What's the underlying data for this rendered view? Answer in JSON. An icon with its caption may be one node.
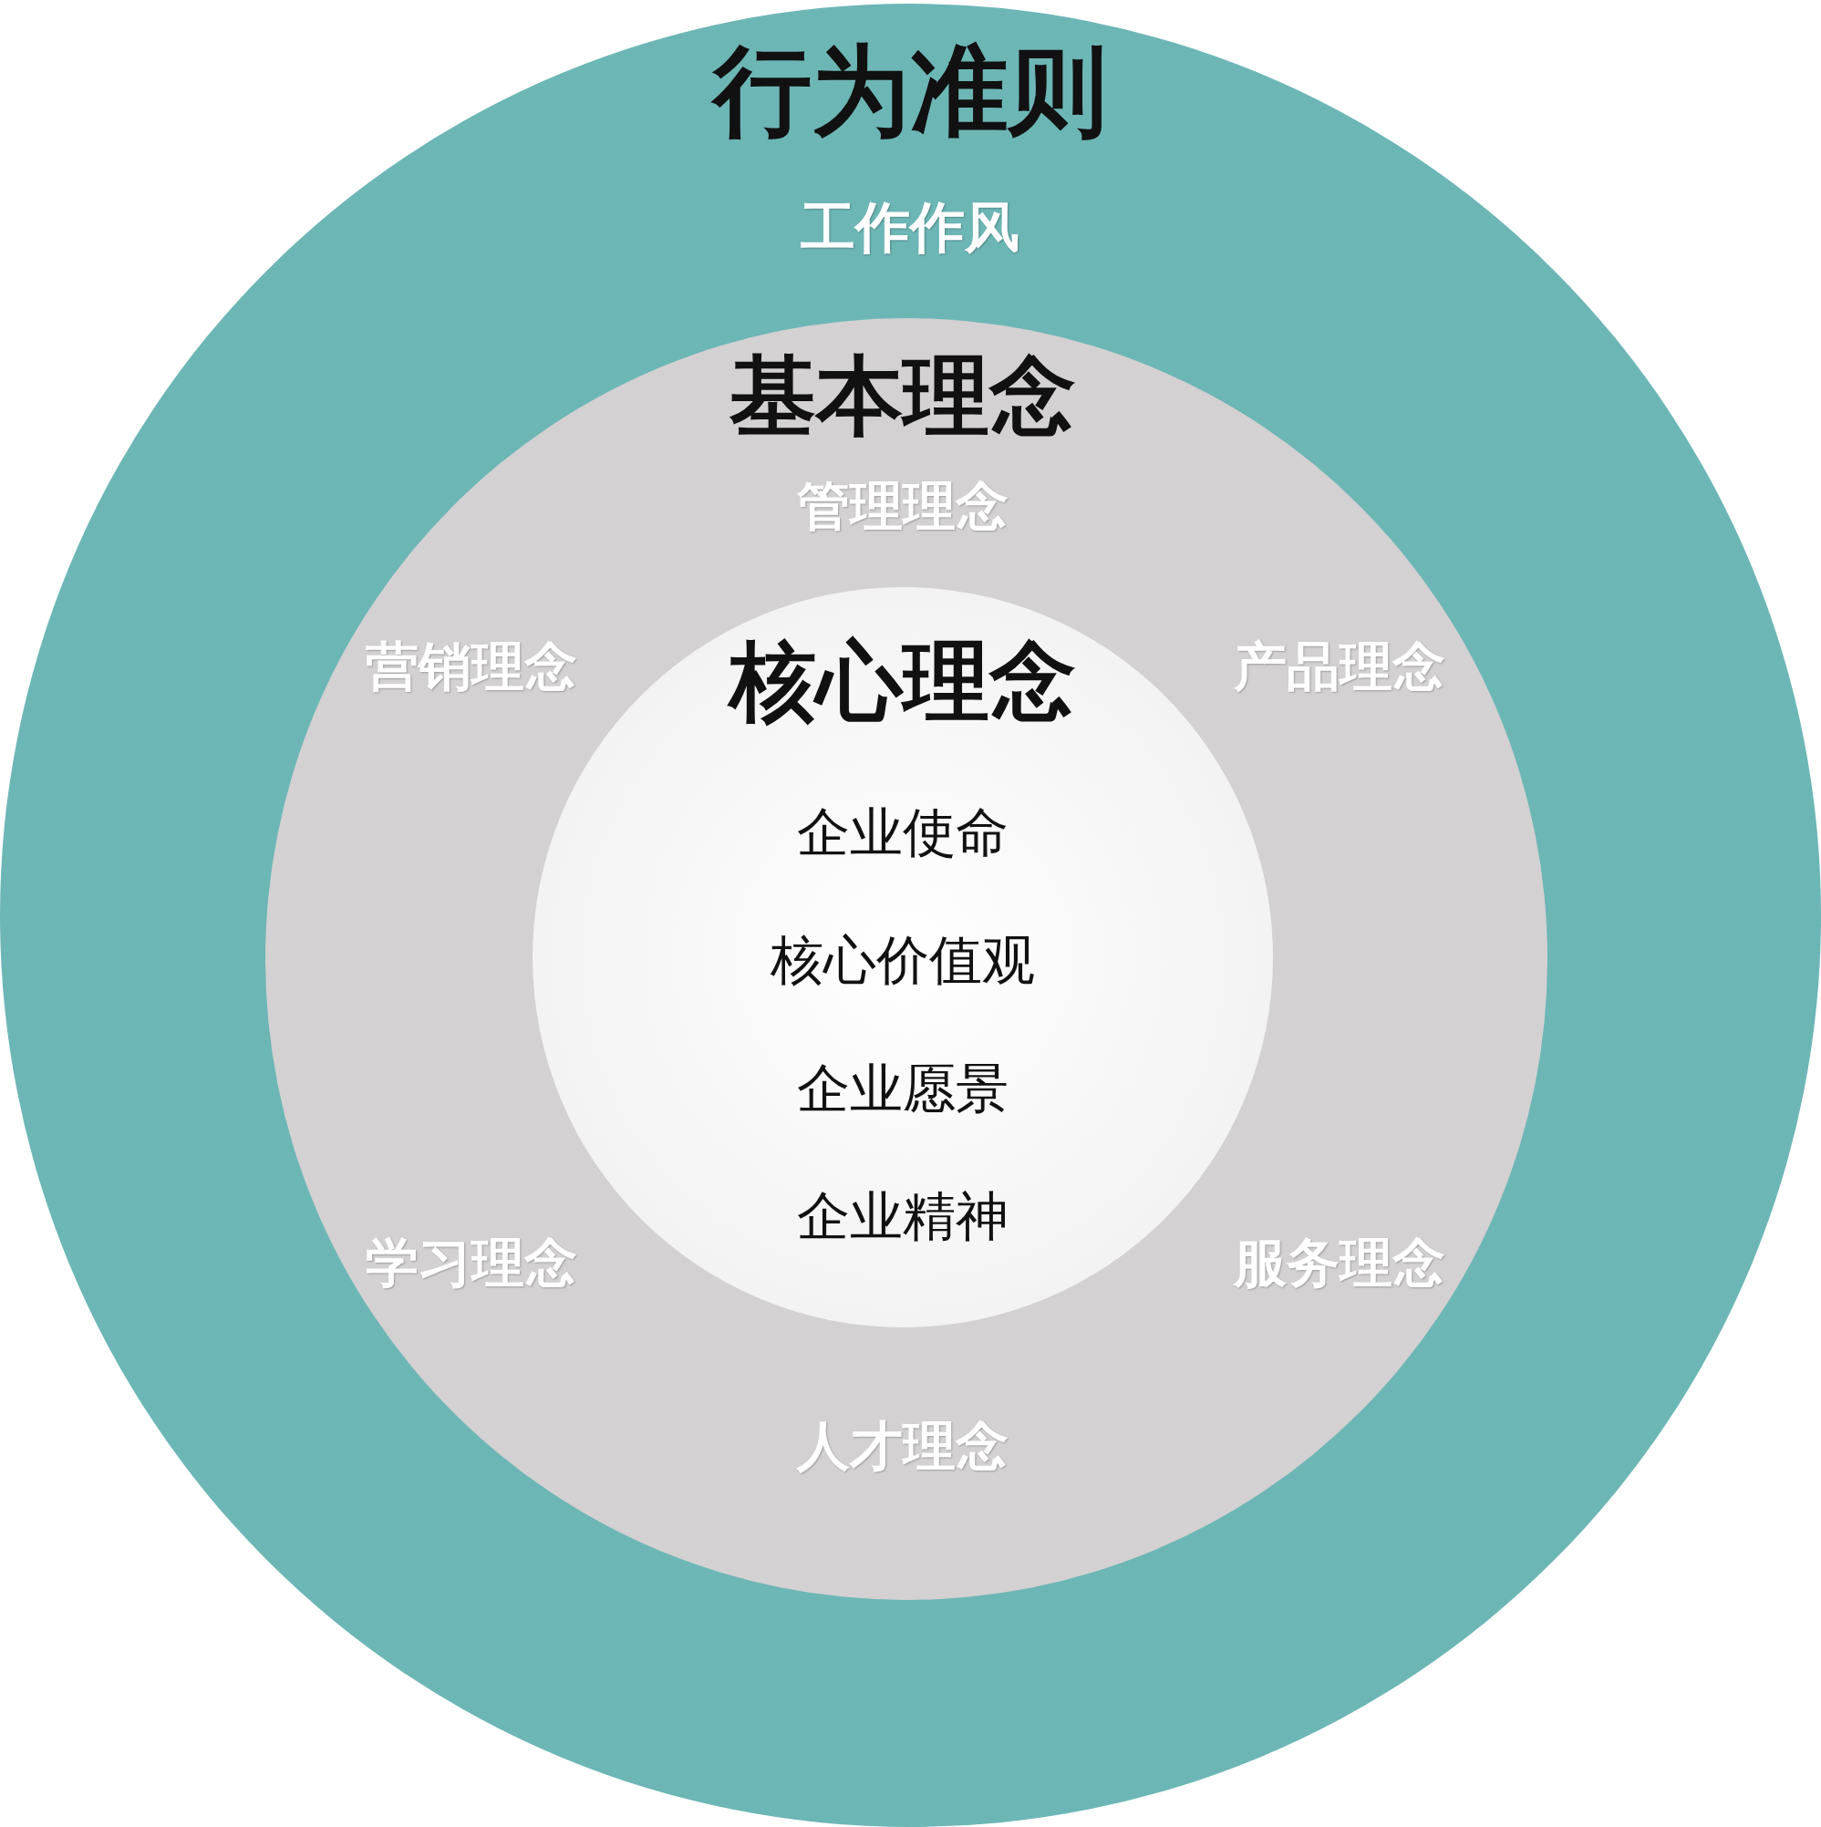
{
  "diagram": {
    "nodes": [
      {
        "text": [
          "行为准则",
          "工作作风"
        ]
      },
      {
        "text": [
          "基本理念",
          "管理理念",
          "营销理念",
          "产品理念",
          "学习理念",
          "服务理念",
          "人才理念"
        ],
        "in": 0
      },
      {
        "text": [
          "核心理念",
          "企业使命",
          "核心价值观",
          "企业愿景",
          "企业精神"
        ],
        "in": 1
      }
    ]
  }
}
